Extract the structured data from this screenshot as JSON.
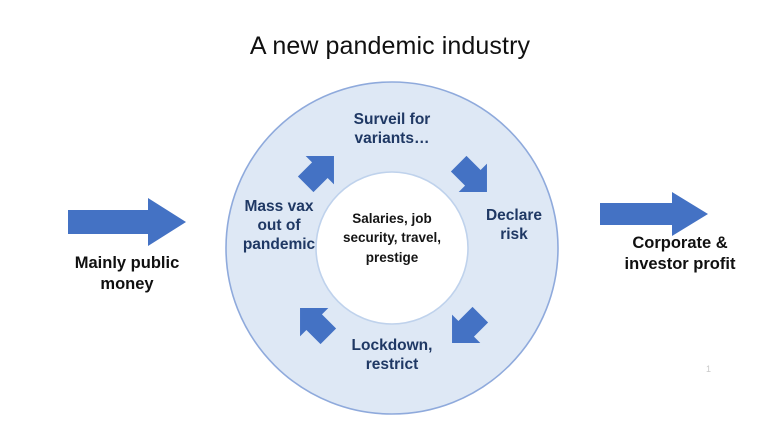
{
  "slide": {
    "title": "A new pandemic industry",
    "slide_number": "1",
    "background_color": "#ffffff"
  },
  "colors": {
    "arrow_blue": "#4472C4",
    "ring_fill": "#DEE8F5",
    "ring_stroke": "#8FAADC",
    "hub_fill": "#FFFFFF",
    "label_navy": "#1F3864",
    "caption_black": "#101010"
  },
  "cycle": {
    "hub_text": "Salaries, job security, travel, prestige",
    "stages": [
      {
        "position": "top",
        "label": "Surveil for variants…"
      },
      {
        "position": "right",
        "label": "Declare risk"
      },
      {
        "position": "bottom",
        "label": "Lockdown, restrict"
      },
      {
        "position": "left",
        "label": "Mass vax out of pandemic"
      }
    ],
    "arrows": [
      {
        "name": "top-left-curved-arrow",
        "direction": "up-right"
      },
      {
        "name": "top-right-curved-arrow",
        "direction": "down-right"
      },
      {
        "name": "bottom-right-curved-arrow",
        "direction": "down-left"
      },
      {
        "name": "bottom-left-curved-arrow",
        "direction": "up-left"
      }
    ]
  },
  "inflow": {
    "caption": "Mainly public money",
    "arrow_direction": "right"
  },
  "outflow": {
    "caption": "Corporate & investor profit",
    "arrow_direction": "right"
  }
}
